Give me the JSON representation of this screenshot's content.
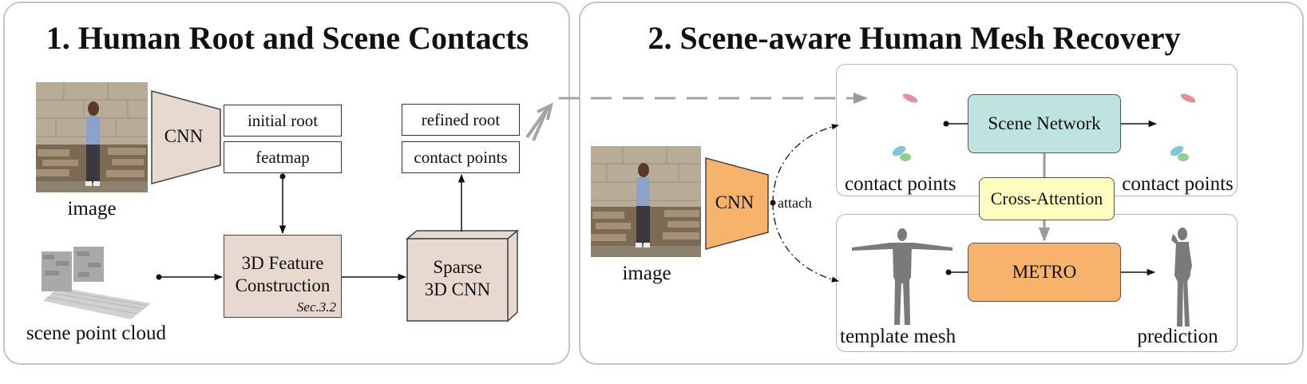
{
  "stage1": {
    "title": "1. Human Root and Scene Contacts",
    "cnn_label": "CNN",
    "initial_root_label": "initial root",
    "featmap_label": "featmap",
    "image_caption": "image",
    "point_cloud_caption": "scene point cloud",
    "feature_construction_line1": "3D Feature",
    "feature_construction_line2": "Construction",
    "feature_construction_ref": "Sec.3.2",
    "sparse_cnn_line1": "Sparse",
    "sparse_cnn_line2": "3D CNN",
    "refined_root_label": "refined root",
    "contact_points_label": "contact points"
  },
  "stage2": {
    "title": "2. Scene-aware Human Mesh Recovery",
    "cnn_label": "CNN",
    "attach_label": "attach",
    "image_caption": "image",
    "scene_network_label": "Scene Network",
    "cross_attention_label": "Cross-Attention",
    "metro_label": "METRO",
    "contact_points_in_caption": "contact points",
    "contact_points_out_caption": "contact points",
    "template_mesh_caption": "template mesh",
    "prediction_caption": "prediction"
  },
  "colors": {
    "cnn_stage1": "#e8d9d0",
    "stage1_blocks": "#e8d9d0",
    "cnn_stage2": "#f7b26b",
    "scene_network": "#bfe4df",
    "cross_attention": "#fdfdc0",
    "metro": "#f7b26b",
    "panel_border": "#c4c4c4"
  }
}
